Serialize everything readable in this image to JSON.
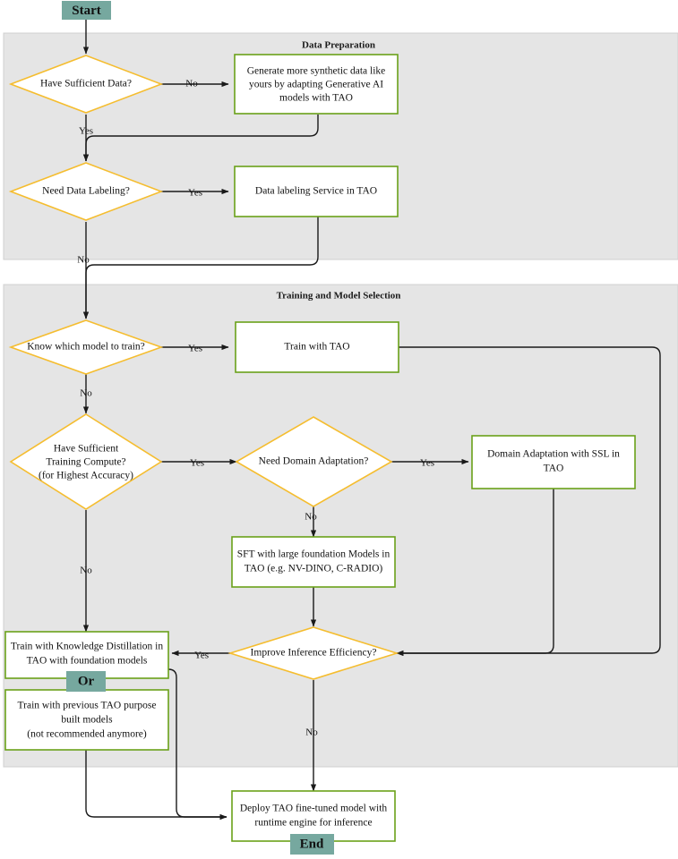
{
  "diagram": {
    "title": "TAO Workflow Decision Flowchart",
    "colors": {
      "panel_background": "#e5e5e5",
      "page_background": "#ffffff",
      "process_border": "#6aa119",
      "decision_border": "#f5bd2f",
      "terminal_fill": "#76a89f",
      "edge": "#1a1a1a",
      "text": "#111111"
    }
  },
  "panels": [
    {
      "id": "data-preparation",
      "title": "Data Preparation"
    },
    {
      "id": "training-and-model-selection",
      "title": "Training and Model Selection"
    }
  ],
  "terminals": {
    "start": "Start",
    "end": "End",
    "or": "Or"
  },
  "nodes": {
    "have_sufficient_data": {
      "type": "decision",
      "lines": [
        "Have Sufficient Data?"
      ]
    },
    "generate_synthetic": {
      "type": "process",
      "lines": [
        "Generate more synthetic data like",
        "yours by adapting Generative AI",
        "models with TAO"
      ]
    },
    "need_data_labeling": {
      "type": "decision",
      "lines": [
        "Need Data Labeling?"
      ]
    },
    "data_labeling_service": {
      "type": "process",
      "lines": [
        "Data labeling Service in TAO"
      ]
    },
    "know_which_model": {
      "type": "decision",
      "lines": [
        "Know which model to train?"
      ]
    },
    "train_with_tao": {
      "type": "process",
      "lines": [
        "Train with TAO"
      ]
    },
    "have_sufficient_compute": {
      "type": "decision",
      "lines": [
        "Have Sufficient",
        "Training Compute?",
        "(for Highest Accuracy)"
      ]
    },
    "need_domain_adaptation": {
      "type": "decision",
      "lines": [
        "Need Domain Adaptation?"
      ]
    },
    "domain_adaptation_ssl": {
      "type": "process",
      "lines": [
        "Domain Adaptation with SSL in",
        "TAO"
      ]
    },
    "sft_foundation_models": {
      "type": "process",
      "lines": [
        "SFT with large foundation Models in",
        "TAO (e.g. NV-DINO, C-RADIO)"
      ]
    },
    "improve_inference_efficiency": {
      "type": "decision",
      "lines": [
        "Improve Inference Efficiency?"
      ]
    },
    "train_knowledge_distillation": {
      "type": "process",
      "lines": [
        "Train with Knowledge Distillation in",
        "TAO with foundation models"
      ]
    },
    "train_previous_purpose_built": {
      "type": "process",
      "lines": [
        "Train with previous TAO purpose",
        "built models",
        "(not recommended anymore)"
      ]
    },
    "deploy_tao_model": {
      "type": "process",
      "lines": [
        "Deploy TAO fine-tuned model with",
        "runtime engine for inference"
      ]
    }
  },
  "edge_labels": {
    "data_no": "No",
    "data_yes": "Yes",
    "labeling_yes": "Yes",
    "labeling_no": "No",
    "know_model_yes": "Yes",
    "know_model_no": "No",
    "compute_yes": "Yes",
    "compute_no": "No",
    "domain_yes": "Yes",
    "domain_no": "No",
    "inference_yes": "Yes",
    "inference_no": "No"
  }
}
